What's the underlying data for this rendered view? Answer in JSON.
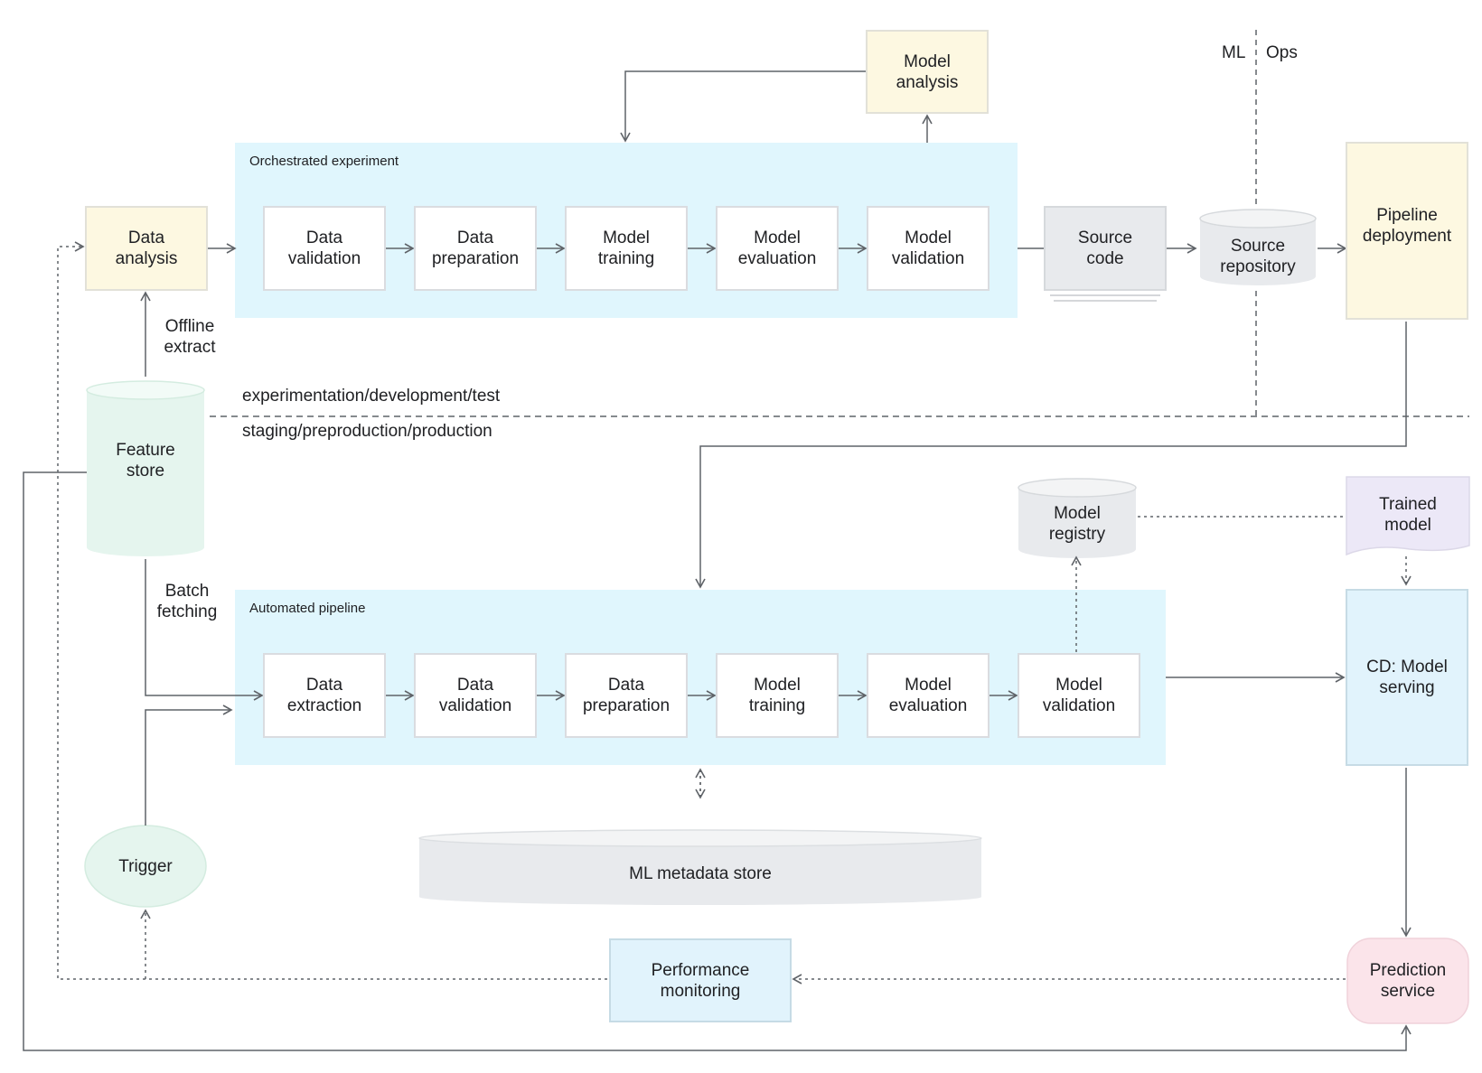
{
  "labels": {
    "mlops_ml": "ML",
    "mlops_ops": "Ops",
    "zone_top": "experimentation/development/test",
    "zone_bottom": "staging/preproduction/production",
    "offline_extract": "Offline\nextract",
    "batch_fetching": "Batch\nfetching"
  },
  "experiment": {
    "title": "Orchestrated experiment",
    "steps": [
      "Data\nvalidation",
      "Data\npreparation",
      "Model\ntraining",
      "Model\nevaluation",
      "Model\nvalidation"
    ]
  },
  "pipeline": {
    "title": "Automated pipeline",
    "steps": [
      "Data\nextraction",
      "Data\nvalidation",
      "Data\npreparation",
      "Model\ntraining",
      "Model\nevaluation",
      "Model\nvalidation"
    ]
  },
  "nodes": {
    "model_analysis": "Model\nanalysis",
    "data_analysis": "Data\nanalysis",
    "source_code": "Source\ncode",
    "source_repository": "Source\nrepository",
    "pipeline_deployment": "Pipeline\ndeployment",
    "feature_store": "Feature\nstore",
    "model_registry": "Model\nregistry",
    "trained_model": "Trained\nmodel",
    "cd_model_serving": "CD: Model\nserving",
    "ml_metadata_store": "ML metadata store",
    "trigger": "Trigger",
    "performance_monitoring": "Performance\nmonitoring",
    "prediction_service": "Prediction\nservice"
  },
  "colors": {
    "container": "#e0f6fd",
    "analysis_yellow": "#fdf8e1",
    "store_green": "#e5f5ee",
    "grey": "#e8eaed",
    "trained_purple": "#ece8f7",
    "prediction_pink": "#fbe4ea",
    "line": "#5f6368"
  }
}
